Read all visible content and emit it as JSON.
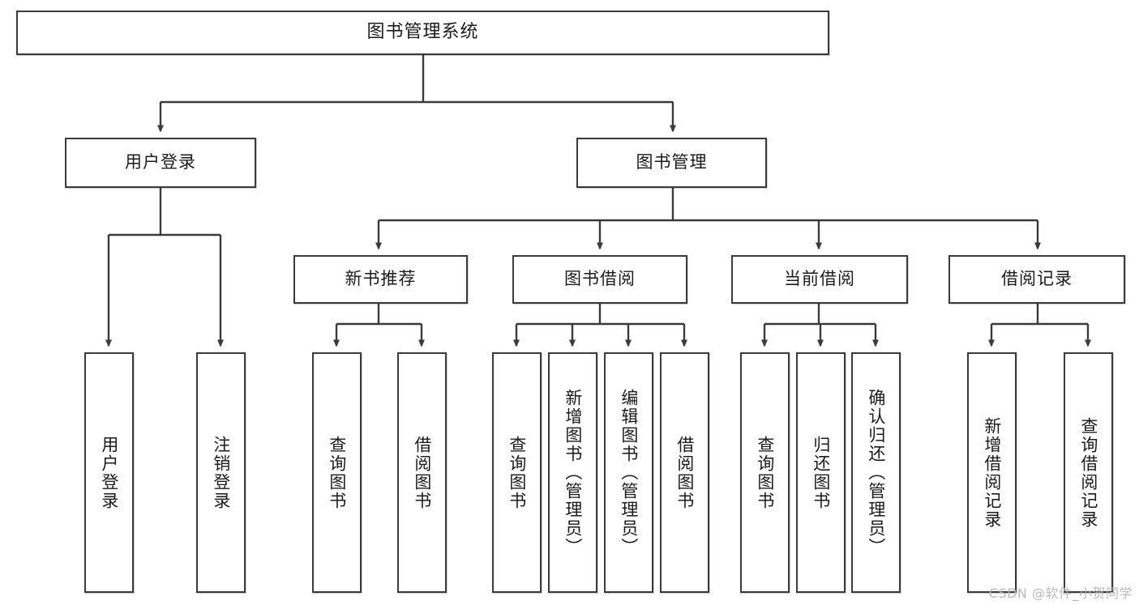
{
  "diagram": {
    "title": "图书管理系统",
    "type": "tree",
    "colors": {
      "box_border": "#3a3a3a",
      "box_fill": "#ffffff",
      "connector": "#3a3a3a",
      "text": "#1b1b1b",
      "watermark": "#b9b9b9"
    },
    "root": {
      "label": "图书管理系统"
    },
    "level2": [
      {
        "id": "user-login",
        "label": "用户登录"
      },
      {
        "id": "book-manage",
        "label": "图书管理"
      }
    ],
    "level3": [
      {
        "id": "new-book-recommend",
        "label": "新书推荐"
      },
      {
        "id": "book-borrow",
        "label": "图书借阅"
      },
      {
        "id": "current-borrow",
        "label": "当前借阅"
      },
      {
        "id": "borrow-record",
        "label": "借阅记录"
      }
    ],
    "leaves": {
      "user_login": [
        {
          "id": "leaf-user-login",
          "label": "用户登录"
        },
        {
          "id": "leaf-logout-login",
          "label": "注销登录"
        }
      ],
      "new_book_recommend": [
        {
          "id": "leaf-query-book-1",
          "label": "查询图书"
        },
        {
          "id": "leaf-borrow-book-1",
          "label": "借阅图书"
        }
      ],
      "book_borrow": [
        {
          "id": "leaf-query-book-2",
          "label": "查询图书"
        },
        {
          "id": "leaf-add-book",
          "label": "新增图书（管理员）"
        },
        {
          "id": "leaf-edit-book",
          "label": "编辑图书（管理员）"
        },
        {
          "id": "leaf-borrow-book-2",
          "label": "借阅图书"
        }
      ],
      "current_borrow": [
        {
          "id": "leaf-query-book-3",
          "label": "查询图书"
        },
        {
          "id": "leaf-return-book",
          "label": "归还图书"
        },
        {
          "id": "leaf-confirm-return",
          "label": "确认归还（管理员）"
        }
      ],
      "borrow_record": [
        {
          "id": "leaf-add-borrow-record",
          "label": "新增借阅记录"
        },
        {
          "id": "leaf-query-borrow-record",
          "label": "查询借阅记录"
        }
      ]
    }
  },
  "watermark": {
    "text": "CSDN @软件_小贺同学"
  }
}
